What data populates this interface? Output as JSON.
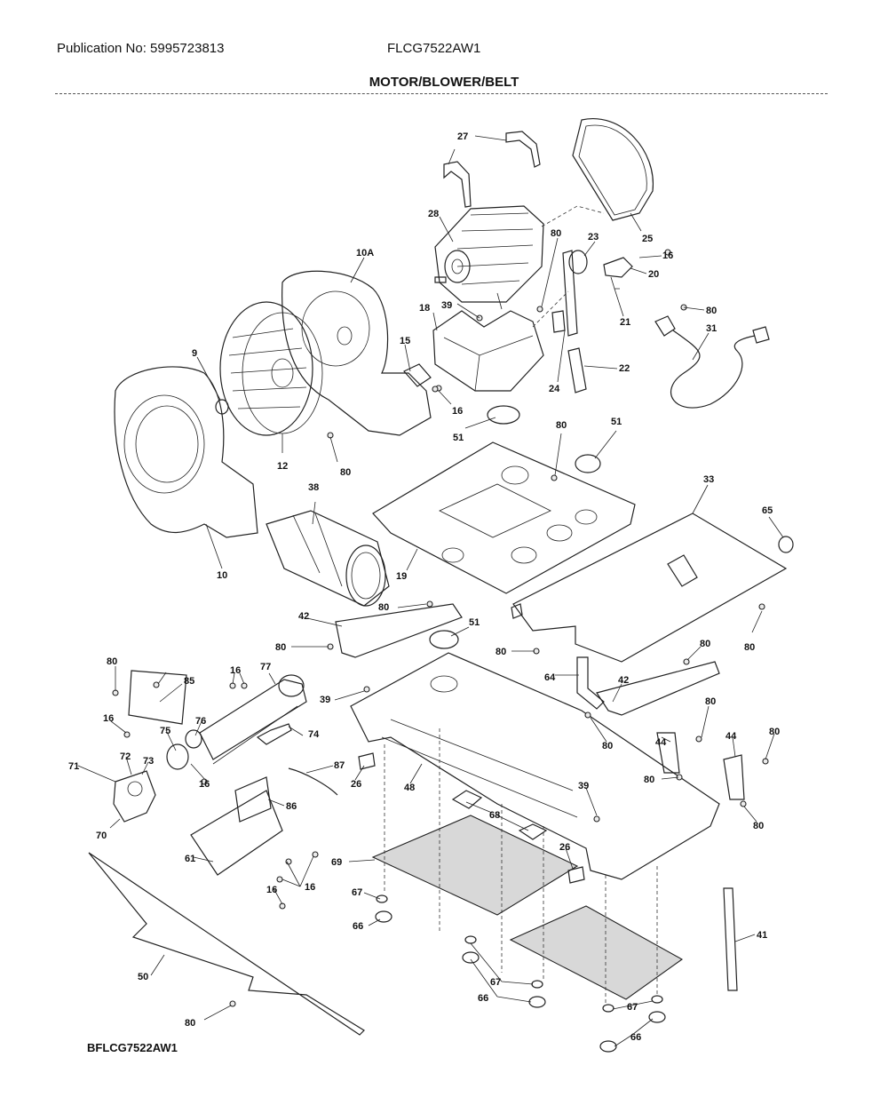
{
  "header": {
    "publication": "Publication No: 5995723813",
    "model": "FLCG7522AW1",
    "section_title": "MOTOR/BLOWER/BELT"
  },
  "footer": {
    "diagram_id": "BFLCG7522AW1"
  },
  "callouts": [
    "27",
    "25",
    "28",
    "80",
    "23",
    "16",
    "20",
    "10A",
    "21",
    "80",
    "39",
    "18",
    "15",
    "9",
    "24",
    "22",
    "31",
    "16",
    "51",
    "80",
    "51",
    "12",
    "80",
    "38",
    "33",
    "65",
    "10",
    "19",
    "80",
    "42",
    "51",
    "80",
    "80",
    "80",
    "80",
    "16",
    "77",
    "85",
    "64",
    "42",
    "80",
    "39",
    "16",
    "75",
    "76",
    "74",
    "80",
    "80",
    "72",
    "71",
    "73",
    "16",
    "87",
    "26",
    "44",
    "44",
    "80",
    "48",
    "86",
    "80",
    "80",
    "39",
    "70",
    "61",
    "68",
    "26",
    "16",
    "69",
    "16",
    "67",
    "66",
    "41",
    "50",
    "67",
    "66",
    "80",
    "67",
    "66"
  ]
}
